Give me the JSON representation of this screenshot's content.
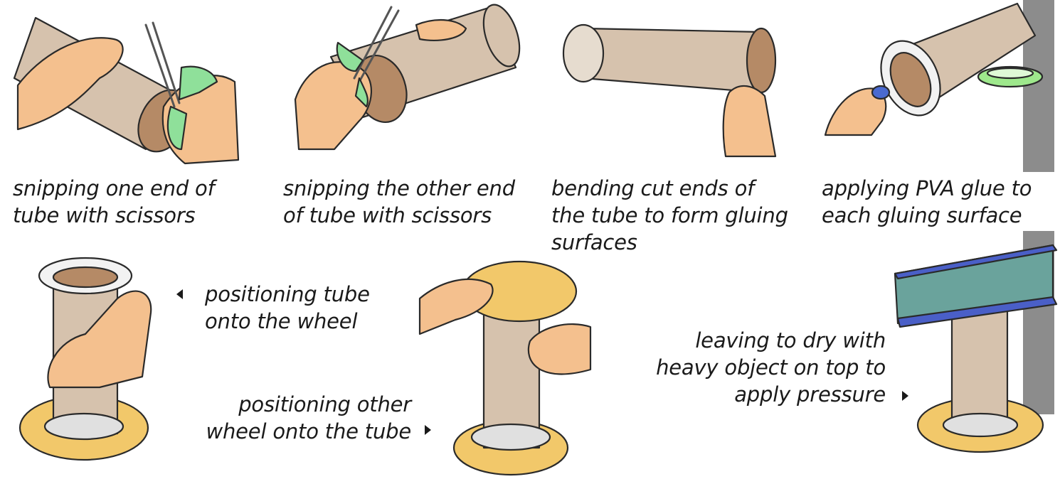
{
  "steps": [
    {
      "caption": "snipping one end of\ntube with scissors"
    },
    {
      "caption": "snipping the other end\nof tube with scissors"
    },
    {
      "caption": "bending cut ends of\nthe tube to form gluing\nsurfaces"
    },
    {
      "caption": "applying PVA glue to\neach gluing surface"
    },
    {
      "caption": "positioning tube\nonto the wheel"
    },
    {
      "caption": "positioning other\nwheel onto the tube"
    },
    {
      "caption": "leaving to dry with\nheavy object on top to\napply pressure"
    }
  ],
  "colors": {
    "tube": "#d6c2ad",
    "skin": "#f4c08e",
    "wheel": "#f2c86a",
    "scissors": "#8fe09a",
    "glue": "#9ee88c",
    "book": "#4a5fc7",
    "pages": "#6aa39c",
    "wall": "#8c8c8c",
    "ink": "#2a2a2a"
  }
}
